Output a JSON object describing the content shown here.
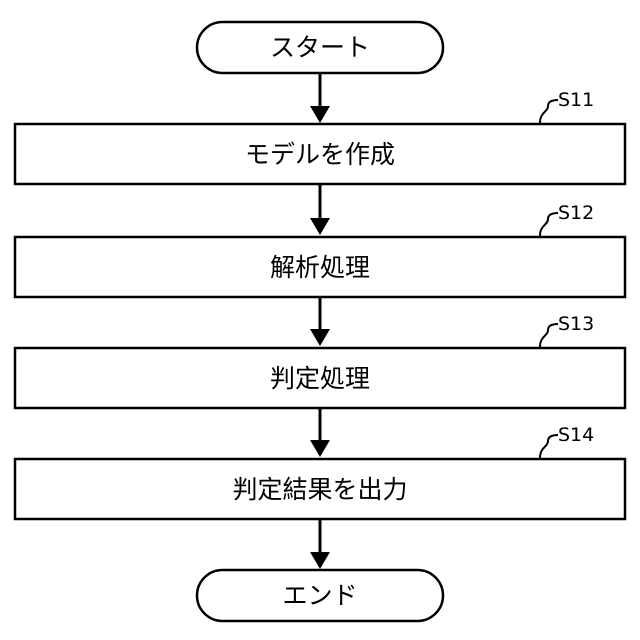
{
  "flowchart": {
    "start": {
      "label": "スタート",
      "shape": "terminal"
    },
    "steps": [
      {
        "id": "S11",
        "label": "モデルを作成",
        "shape": "process"
      },
      {
        "id": "S12",
        "label": "解析処理",
        "shape": "process"
      },
      {
        "id": "S13",
        "label": "判定処理",
        "shape": "process"
      },
      {
        "id": "S14",
        "label": "判定結果を出力",
        "shape": "process"
      }
    ],
    "end": {
      "label": "エンド",
      "shape": "terminal"
    }
  }
}
